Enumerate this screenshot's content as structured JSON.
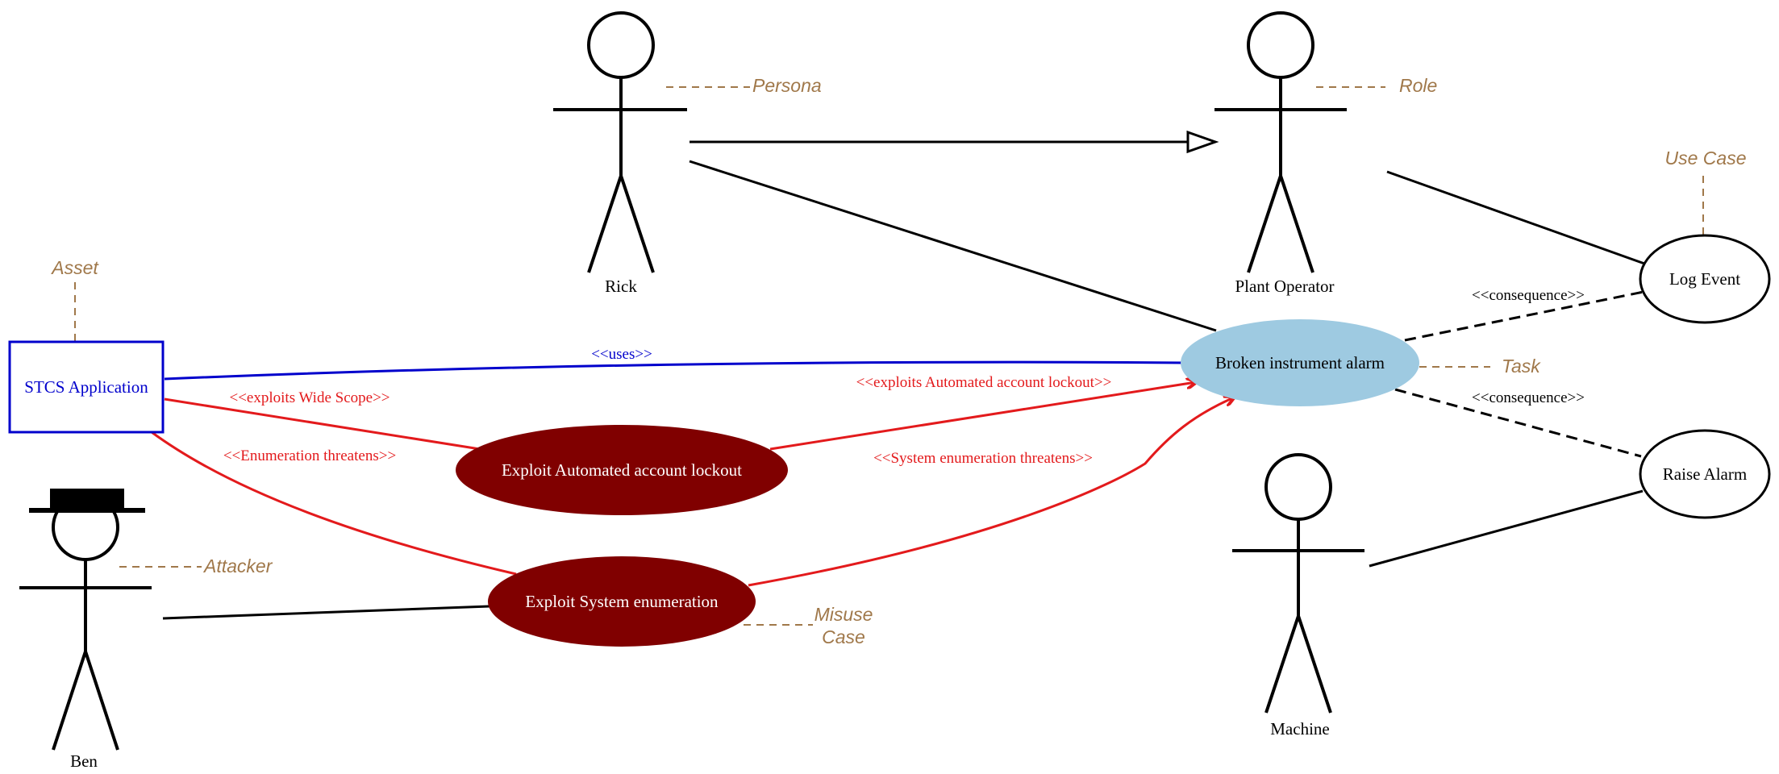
{
  "colors": {
    "annotation": "#a0784a",
    "threat": "#e31a1c",
    "uses": "#0000cc",
    "misuse_fill": "#800000",
    "task_fill": "#9ecae1",
    "line": "#000000"
  },
  "actors": {
    "rick": "Rick",
    "plant_operator": "Plant Operator",
    "machine": "Machine",
    "ben": "Ben"
  },
  "nodes": {
    "asset": "STCS Application",
    "task": "Broken instrument alarm",
    "log_event": "Log Event",
    "raise_alarm": "Raise Alarm",
    "misuse_lockout": "Exploit Automated account lockout",
    "misuse_enum": "Exploit System enumeration"
  },
  "edge_labels": {
    "uses": "<<uses>>",
    "exploits_wide_scope": "<<exploits Wide Scope>>",
    "enumeration_threatens": "<<Enumeration threatens>>",
    "exploits_lockout": "<<exploits Automated account lockout>>",
    "system_enum_threatens": "<<System enumeration threatens>>",
    "consequence_log": "<<consequence>>",
    "consequence_alarm": "<<consequence>>"
  },
  "annotations": {
    "persona": "Persona",
    "role": "Role",
    "use_case": "Use Case",
    "asset": "Asset",
    "task": "Task",
    "attacker": "Attacker",
    "misuse_case_line1": "Misuse",
    "misuse_case_line2": "Case"
  }
}
